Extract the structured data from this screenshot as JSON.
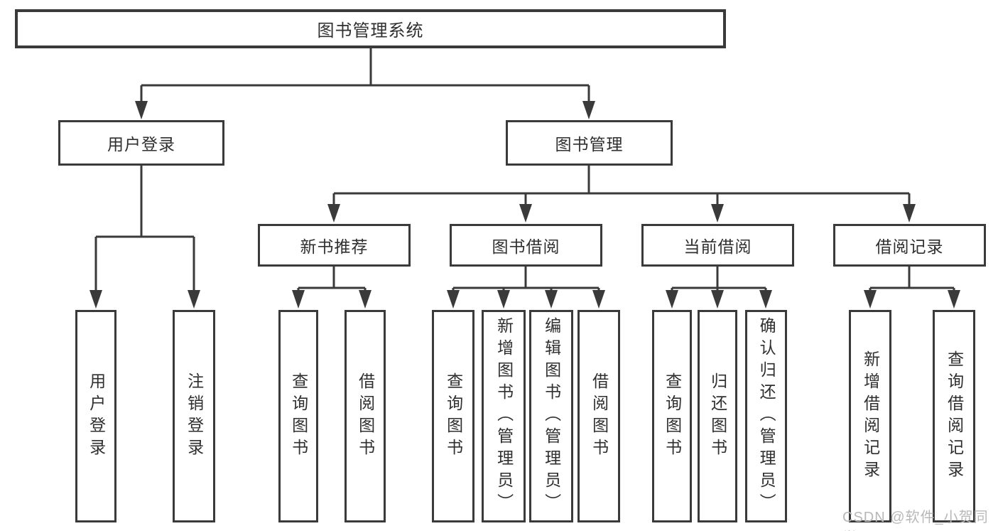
{
  "diagram": {
    "root": {
      "label": "图书管理系统"
    },
    "branches": [
      {
        "label": "用户登录",
        "children": [
          {
            "label": "用户登录"
          },
          {
            "label": "注销登录"
          }
        ]
      },
      {
        "label": "图书管理",
        "children": [
          {
            "label": "新书推荐",
            "children": [
              {
                "label": "查询图书"
              },
              {
                "label": "借阅图书"
              }
            ]
          },
          {
            "label": "图书借阅",
            "children": [
              {
                "label": "查询图书"
              },
              {
                "label": "新增图书（管理员）"
              },
              {
                "label": "编辑图书（管理员）"
              },
              {
                "label": "借阅图书"
              }
            ]
          },
          {
            "label": "当前借阅",
            "children": [
              {
                "label": "查询图书"
              },
              {
                "label": "归还图书"
              },
              {
                "label": "确认归还（管理员）"
              }
            ]
          },
          {
            "label": "借阅记录",
            "children": [
              {
                "label": "新增借阅记录"
              },
              {
                "label": "查询借阅记录"
              }
            ]
          }
        ]
      }
    ]
  },
  "watermark": {
    "text": "CSDN @软件_小贺同学"
  },
  "colors": {
    "line": "#3a3a3a",
    "text": "#2f2f2f",
    "watermark": "#b8b8b8",
    "background": "#ffffff"
  }
}
